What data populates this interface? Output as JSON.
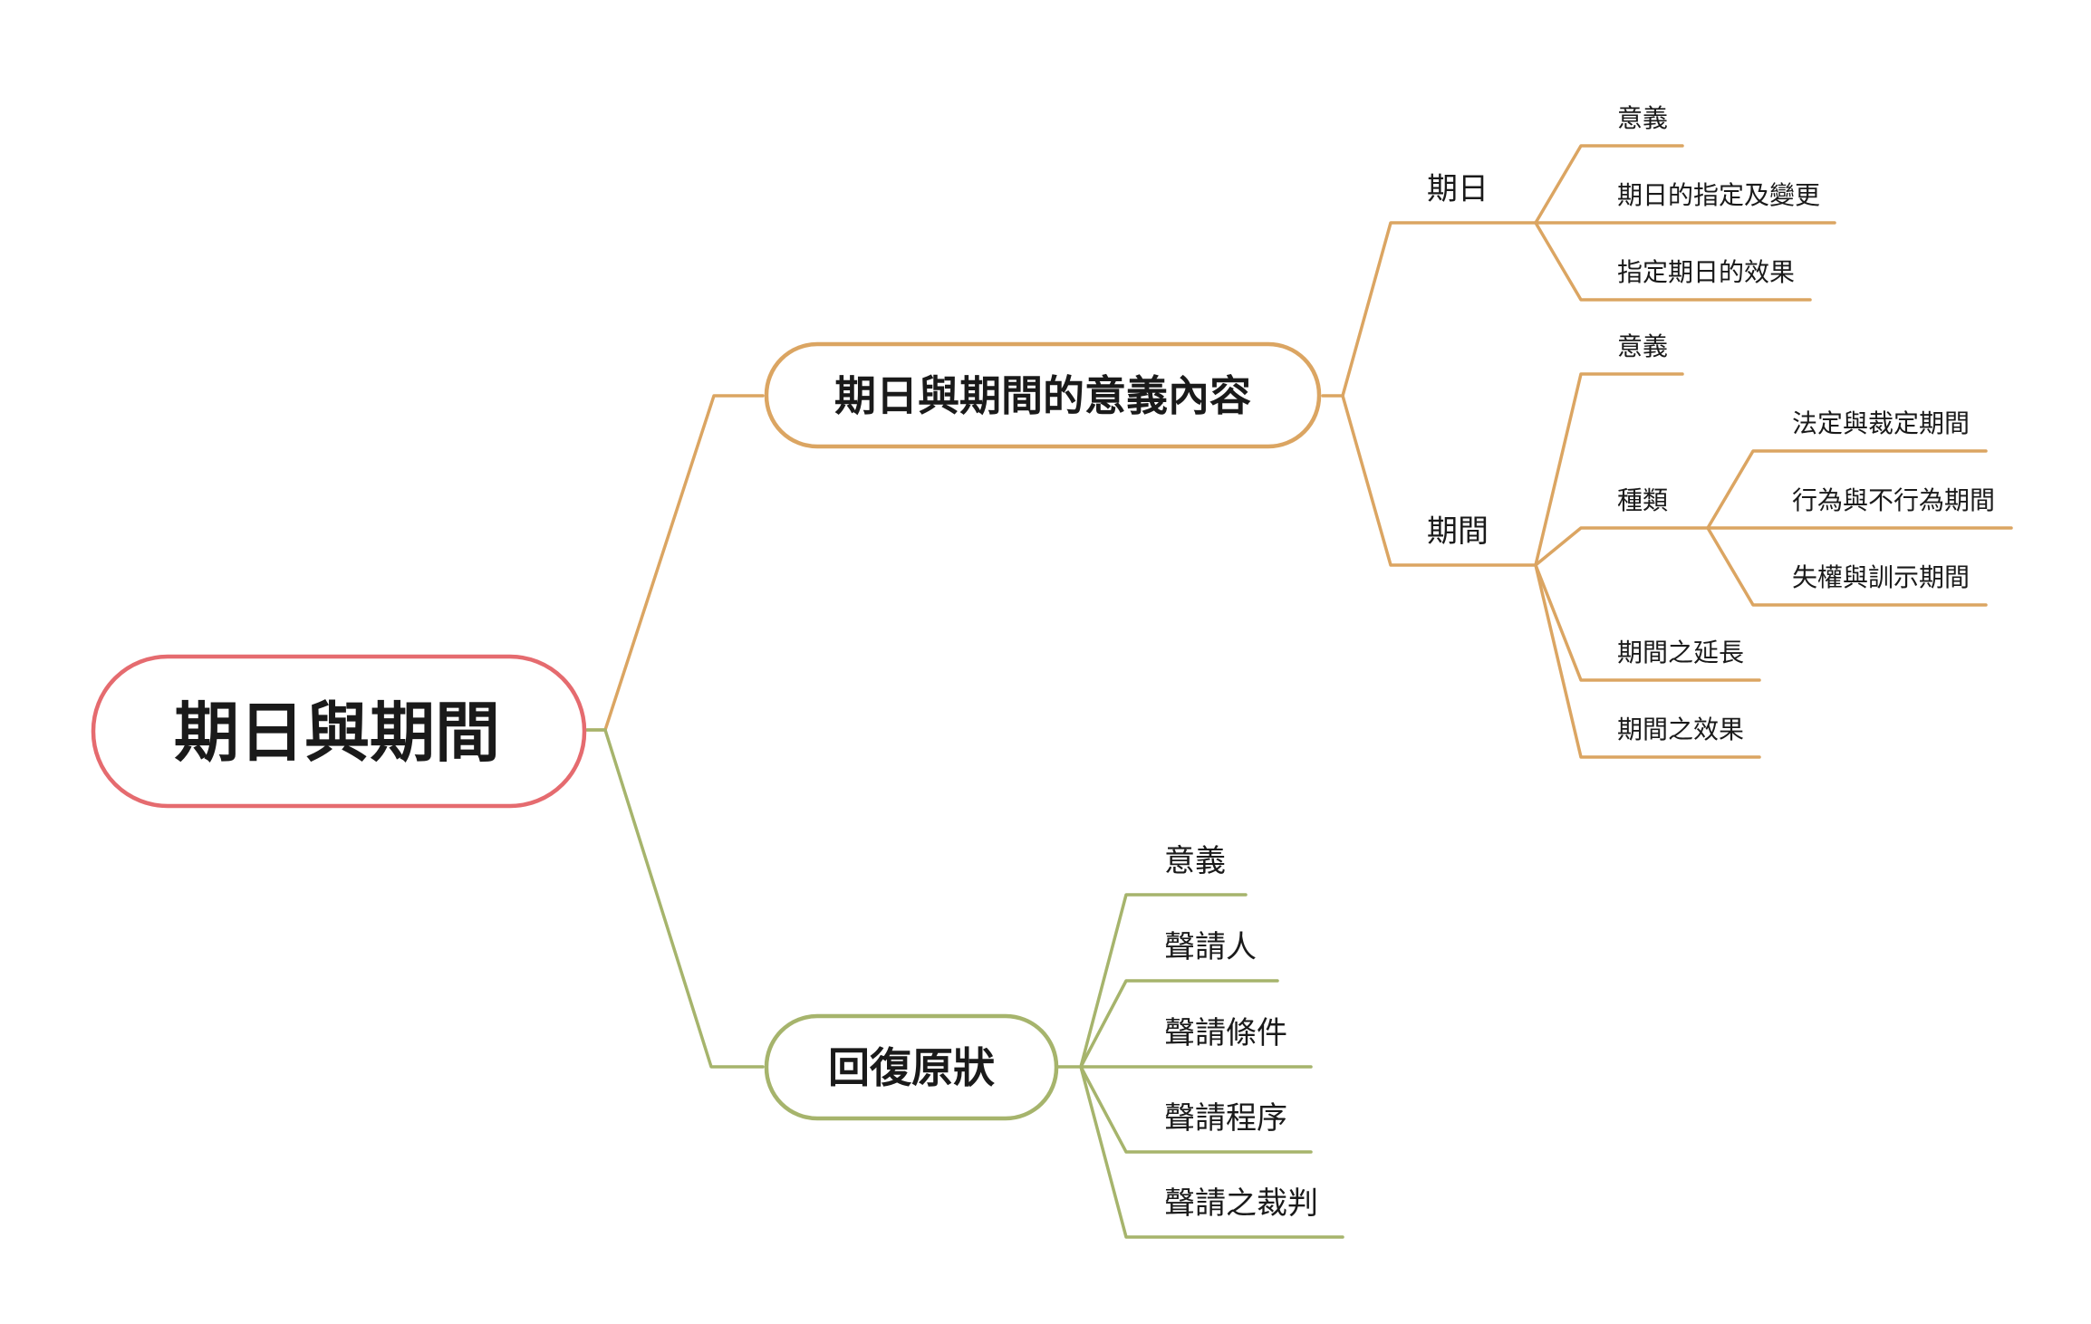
{
  "colors": {
    "root": "#e56b6f",
    "branch_orange": "#dba562",
    "branch_green": "#a6b46c"
  },
  "mindmap": {
    "root": "期日與期間",
    "branch1": {
      "title": "期日與期間的意義內容",
      "qiri": {
        "title": "期日",
        "children": [
          "意義",
          "期日的指定及變更",
          "指定期日的效果"
        ]
      },
      "qijian": {
        "title": "期間",
        "children": {
          "yiyi": "意義",
          "zhonglei": {
            "title": "種類",
            "children": [
              "法定與裁定期間",
              "行為與不行為期間",
              "失權與訓示期間"
            ]
          },
          "yanchang": "期間之延長",
          "xiaoguo": "期間之效果"
        }
      }
    },
    "branch2": {
      "title": "回復原狀",
      "children": [
        "意義",
        "聲請人",
        "聲請條件",
        "聲請程序",
        "聲請之裁判"
      ]
    }
  }
}
